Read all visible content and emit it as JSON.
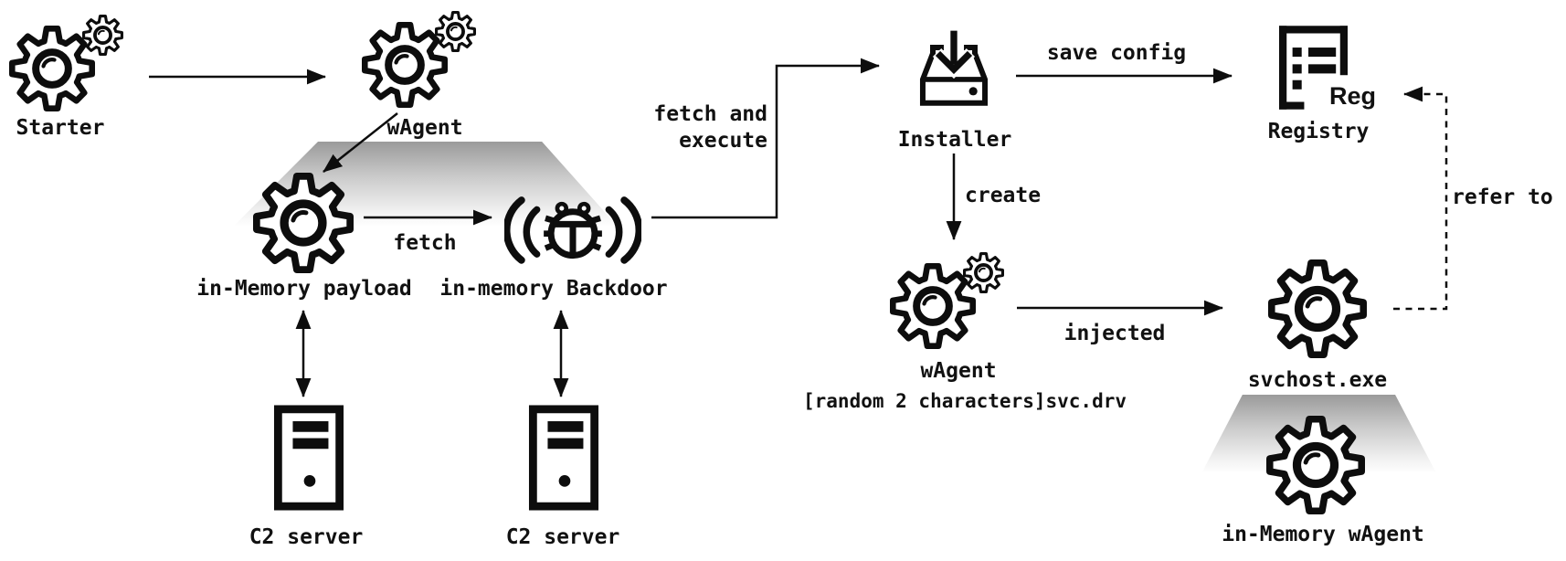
{
  "colors": {
    "background": "#ffffff",
    "ink": "#0d0d0d",
    "memory_gradient_top": "#9a9a9a",
    "memory_gradient_bottom": "#ffffff"
  },
  "nodes": {
    "starter": {
      "label": "Starter",
      "icon": "double-gear-icon"
    },
    "wagent_top": {
      "label": "wAgent",
      "icon": "double-gear-icon"
    },
    "in_memory_payload": {
      "label": "in-Memory payload",
      "icon": "gear-icon"
    },
    "in_memory_backdoor": {
      "label": "in-memory Backdoor",
      "icon": "bug-signal-icon"
    },
    "installer": {
      "label": "Installer",
      "icon": "install-drive-icon"
    },
    "registry": {
      "label": "Registry",
      "icon_text": "Reg",
      "icon": "registry-list-icon"
    },
    "wagent_dropped": {
      "label": "wAgent",
      "filename": "[random 2 characters]svc.drv",
      "icon": "double-gear-icon"
    },
    "svchost": {
      "label": "svchost.exe",
      "icon": "gear-icon"
    },
    "in_memory_wagent": {
      "label": "in-Memory wAgent",
      "icon": "gear-icon"
    },
    "c2_server_left": {
      "label": "C2 server",
      "icon": "server-icon"
    },
    "c2_server_right": {
      "label": "C2 server",
      "icon": "server-icon"
    }
  },
  "edge_labels": {
    "fetch": "fetch",
    "fetch_and_execute_line1": "fetch and",
    "fetch_and_execute_line2": "execute",
    "save_config": "save config",
    "create": "create",
    "injected": "injected",
    "refer_to": "refer to"
  }
}
